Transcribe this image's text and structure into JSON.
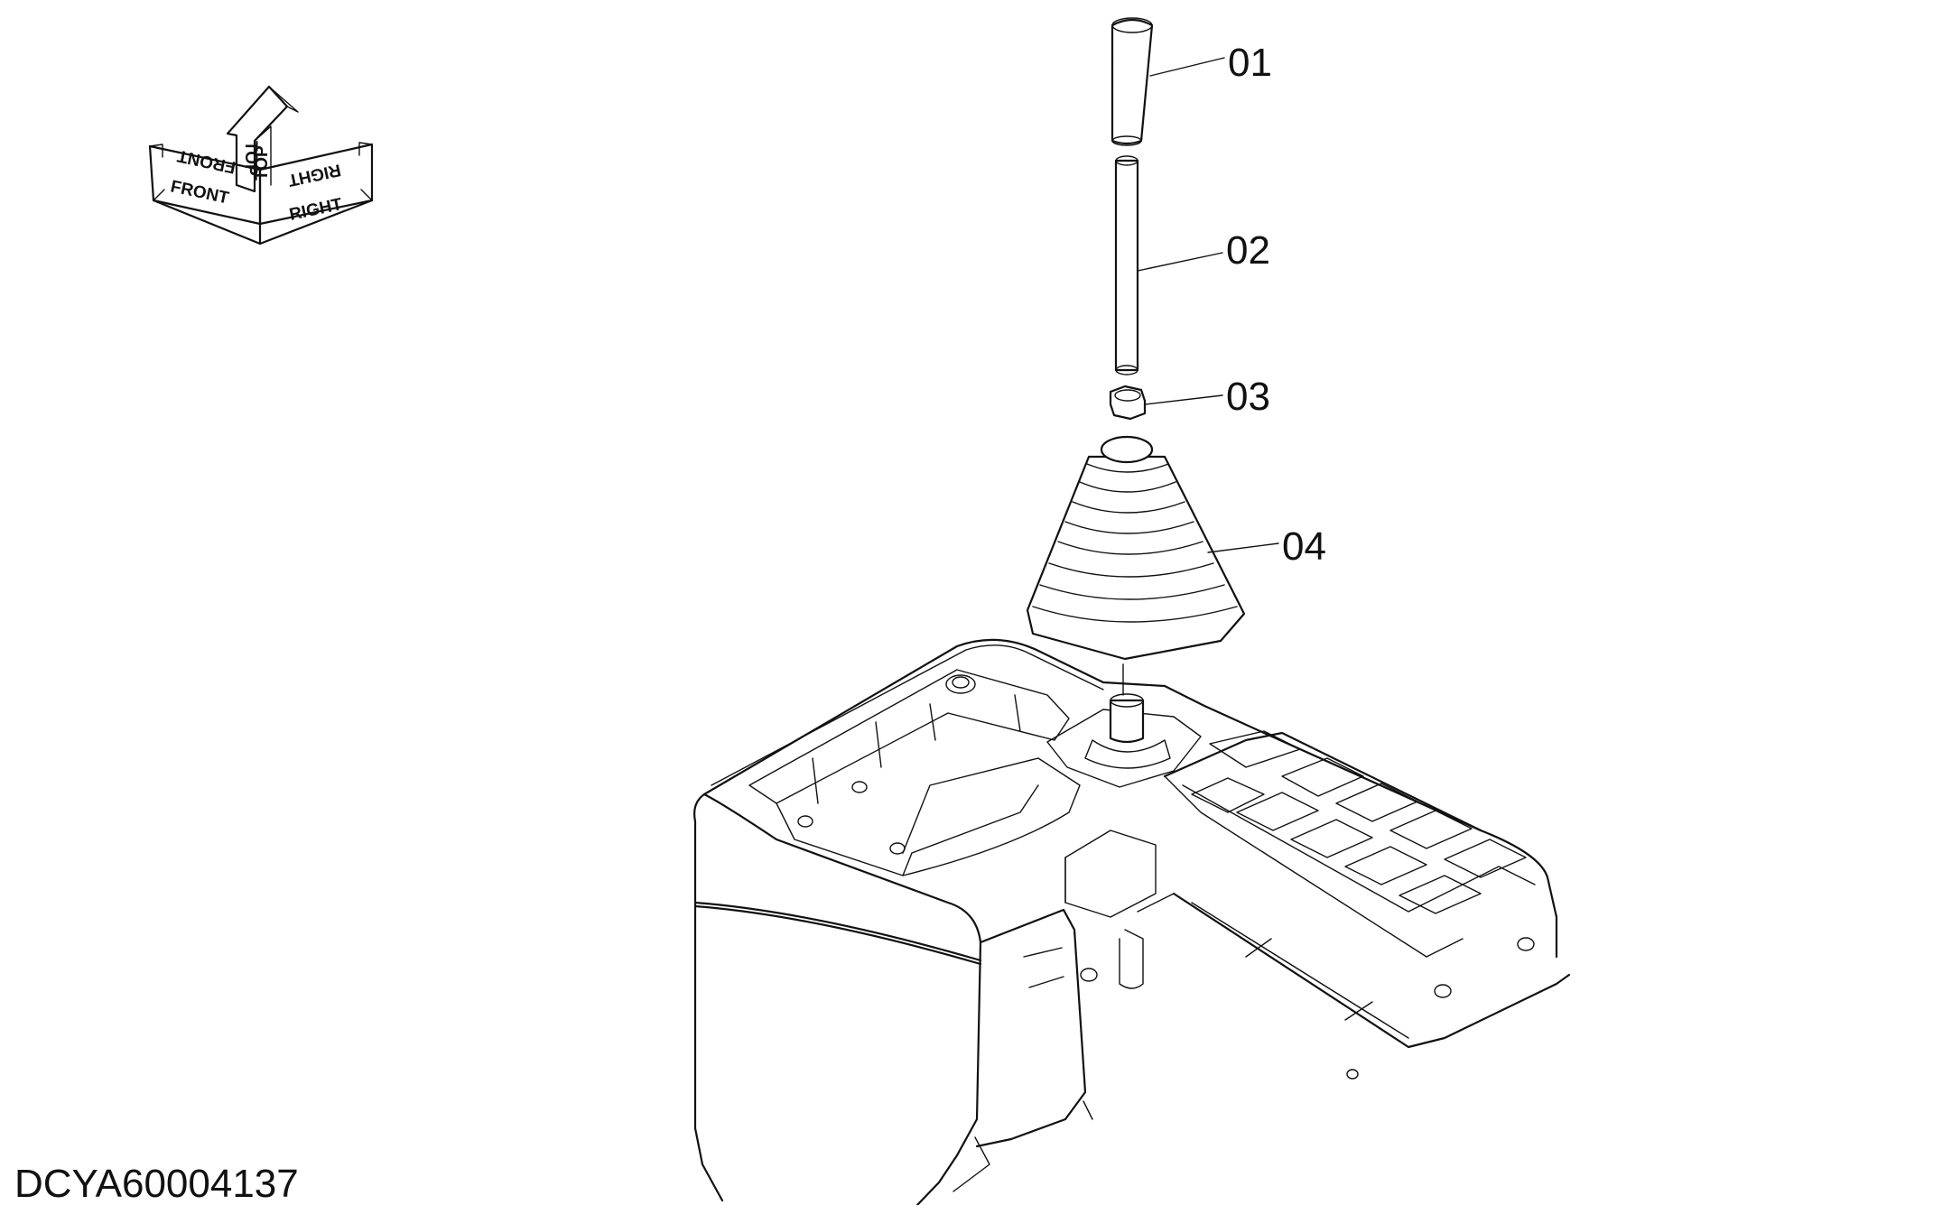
{
  "drawing_id": "DCYA60004137",
  "orientation": {
    "front_label": "FRONT",
    "top_label": "TOP",
    "right_label": "RIGHT"
  },
  "callouts": [
    {
      "number": "01"
    },
    {
      "number": "02"
    },
    {
      "number": "03"
    },
    {
      "number": "04"
    }
  ]
}
